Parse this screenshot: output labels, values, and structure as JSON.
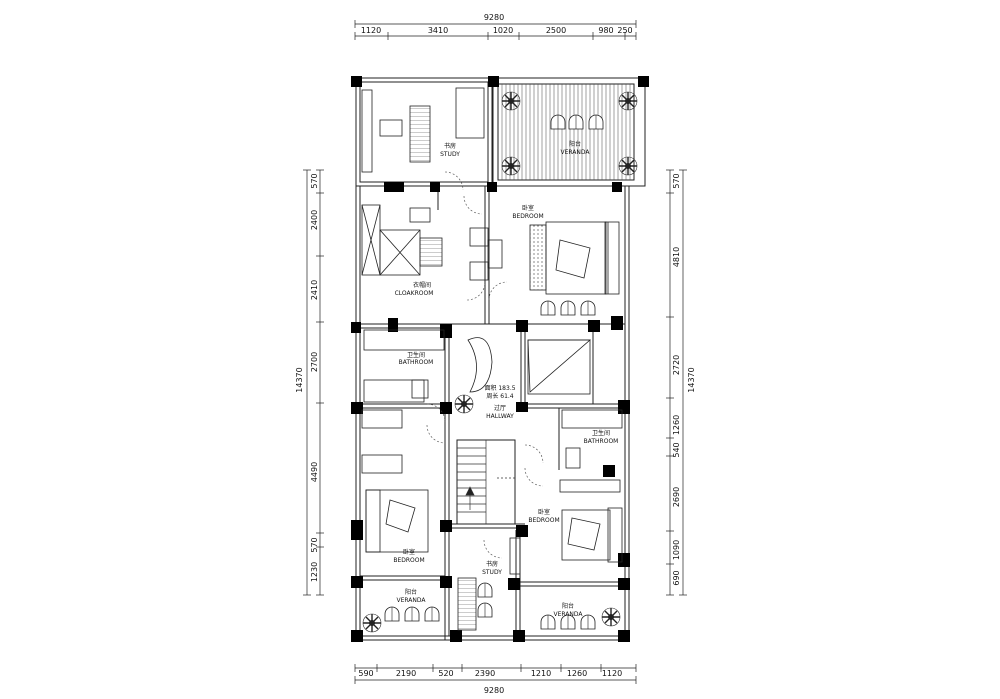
{
  "dimensions": {
    "top_total": "9280",
    "top_segments": [
      "1120",
      "3410",
      "1020",
      "2500",
      "980",
      "250"
    ],
    "bottom_total": "9280",
    "bottom_segments": [
      "590",
      "2190",
      "520",
      "2390",
      "1210",
      "1260",
      "1120"
    ],
    "left_total": "14370",
    "left_segments": [
      "570",
      "2400",
      "2410",
      "2700",
      "4490",
      "570",
      "1230"
    ],
    "right_total": "14370",
    "right_segments": [
      "570",
      "4810",
      "2720",
      "1260",
      "540",
      "2690",
      "1090",
      "690"
    ]
  },
  "rooms": {
    "study_top": {
      "cn": "书房",
      "en": "STUDY"
    },
    "veranda_top": {
      "cn": "阳台",
      "en": "VERANDA"
    },
    "bedroom_master": {
      "cn": "卧室",
      "en": "BEDROOM"
    },
    "cloakroom": {
      "cn": "衣帽间",
      "en": "CLOAKROOM"
    },
    "bathroom_left": {
      "cn": "卫生间",
      "en": "BATHROOM"
    },
    "hallway": {
      "area": "面积 183.5",
      "perimeter": "周长 61.4",
      "cn": "过厅",
      "en": "HALLWAY"
    },
    "bathroom_right": {
      "cn": "卫生间",
      "en": "BATHROOM"
    },
    "bedroom_right": {
      "cn": "卧室",
      "en": "BEDROOM"
    },
    "bedroom_left": {
      "cn": "卧室",
      "en": "BEDROOM"
    },
    "study_bottom": {
      "cn": "书房",
      "en": "STUDY"
    },
    "veranda_bottom_left": {
      "cn": "阳台",
      "en": "VERANDA"
    },
    "veranda_bottom_right": {
      "cn": "阳台",
      "en": "VERANDA"
    }
  },
  "colors": {
    "line": "#222222",
    "column": "#000000",
    "background": "#ffffff"
  }
}
